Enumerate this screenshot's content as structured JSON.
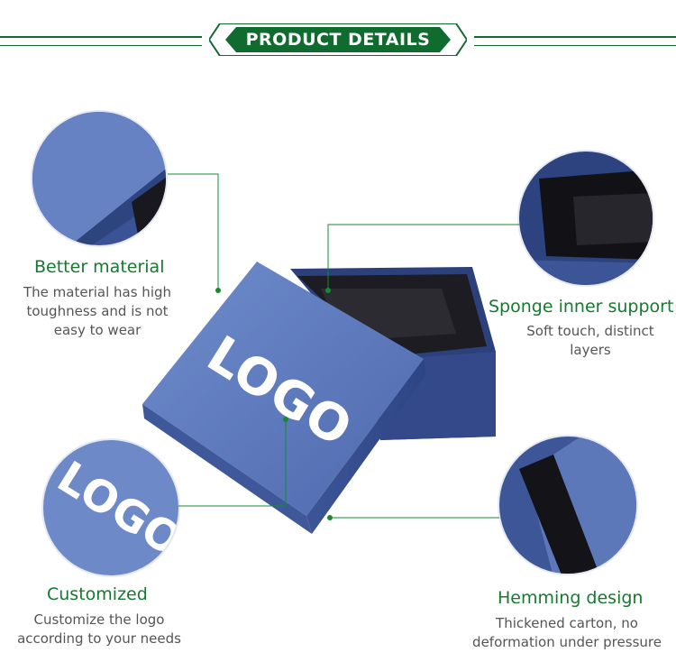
{
  "header": {
    "title": "PRODUCT DETAILS"
  },
  "features": [
    {
      "title": "Better material",
      "desc_lines": [
        "The material has high",
        "toughness and is not",
        "easy to wear"
      ]
    },
    {
      "title": "Sponge inner support",
      "desc_lines": [
        "Soft touch, distinct",
        "layers"
      ]
    },
    {
      "title": "Customized",
      "desc_lines": [
        "Customize the logo",
        "according to your needs"
      ]
    },
    {
      "title": "Hemming design",
      "desc_lines": [
        "Thickened carton, no",
        "deformation under pressure"
      ]
    }
  ],
  "product": {
    "lid_logo": "LOGO",
    "closeup_logo": "LOGO"
  },
  "colors": {
    "accent": "#0f6b2e",
    "title_green": "#17782f",
    "box_blue": "#5c78b8",
    "box_dark": "#2a3f78"
  },
  "icons": [
    "leader-dot",
    "banner-arrow"
  ]
}
